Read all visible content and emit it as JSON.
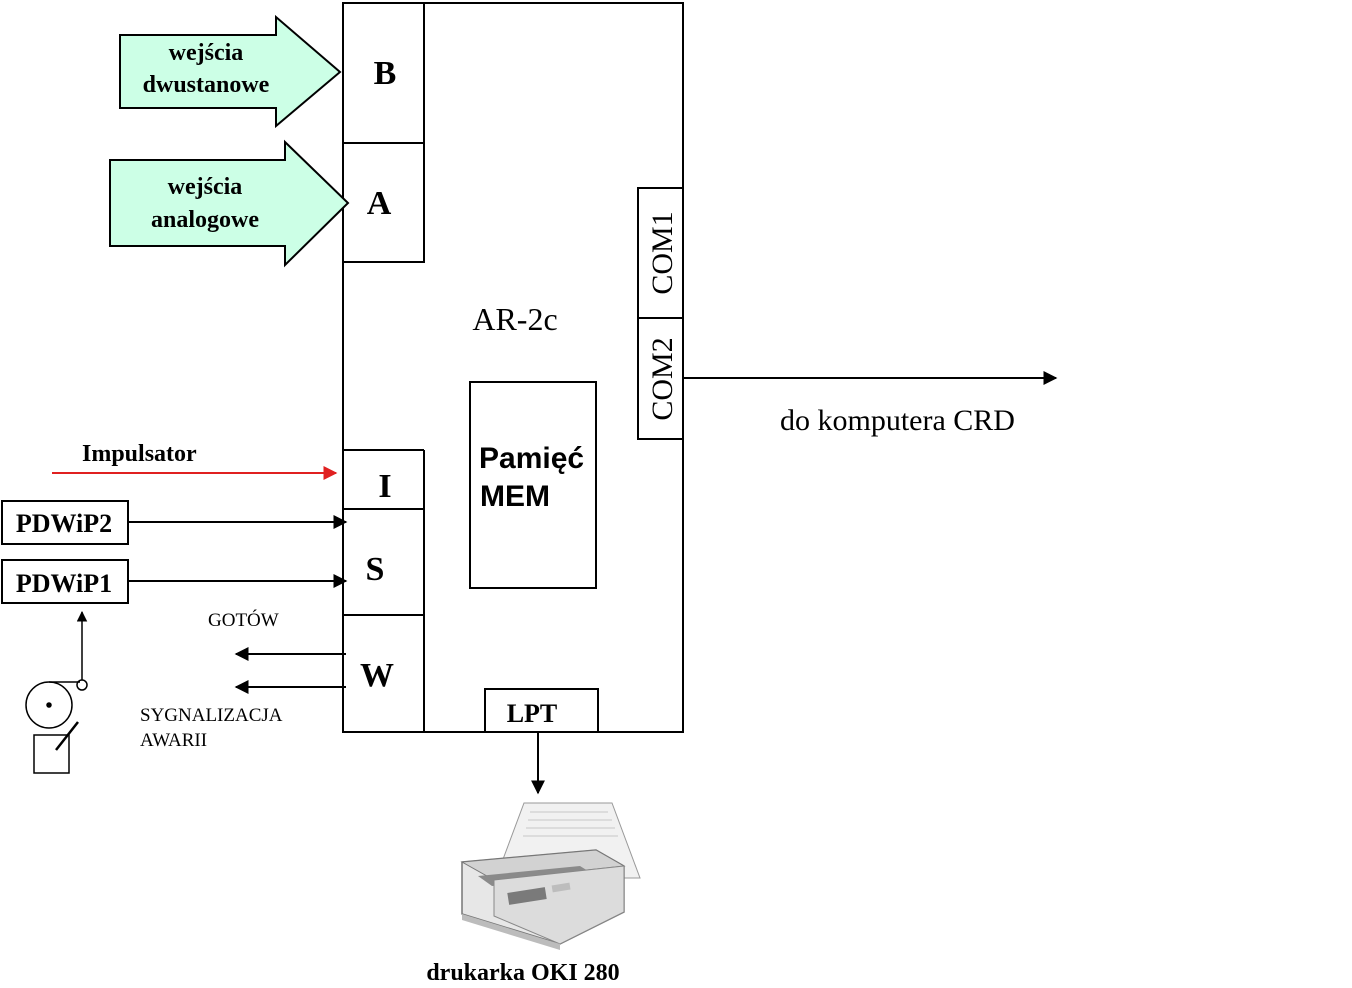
{
  "device": {
    "name": "AR-2c",
    "modules": {
      "B": "B",
      "A": "A",
      "I": "I",
      "S": "S",
      "W": "W",
      "LPT": "LPT",
      "COM1": "COM1",
      "COM2": "COM2"
    },
    "memory": {
      "line1": "Pamięć",
      "line2": "MEM"
    }
  },
  "inputs": {
    "binary": {
      "line1": "wejścia",
      "line2": "dwustanowe"
    },
    "analog": {
      "line1": "wejścia",
      "line2": "analogowe"
    },
    "impulsator": "Impulsator",
    "pdwip2": "PDWiP2",
    "pdwip1": "PDWiP1"
  },
  "outputs": {
    "gotow": "GOTÓW",
    "failure": {
      "line1": "SYGNALIZACJA",
      "line2": "AWARII"
    },
    "computer": "do komputera CRD",
    "printer": "drukarka OKI 280"
  },
  "colors": {
    "input_arrow_fill": "#ccffe6",
    "impulsator_arrow": "#e02020",
    "line": "#000000"
  },
  "icons": {
    "sensor": "rotary-sensor-icon",
    "printer": "dot-matrix-printer-icon"
  }
}
